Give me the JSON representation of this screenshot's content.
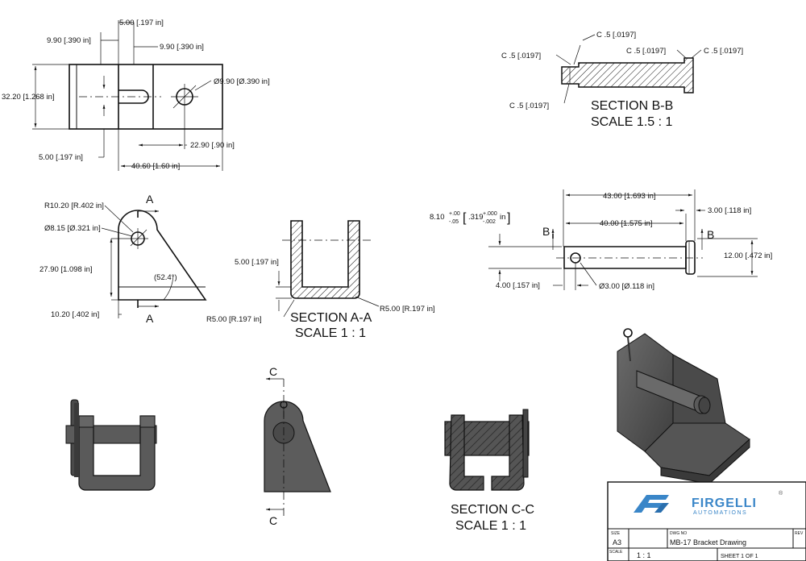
{
  "view1": {
    "d_top_slot": "5.00 [.197 in]",
    "d_left": "9.90 [.390 in]",
    "d_right": "9.90 [.390 in]",
    "d_hole": "Ø9.90 [Ø.390 in]",
    "d_height": "32.20 [1.268 in]",
    "d_bottom_slot": "5.00 [.197 in]",
    "d_hole_pos": "22.90 [.90 in]",
    "d_length": "40.60 [1.60 in]"
  },
  "view2": {
    "d_radius": "R10.20 [R.402 in]",
    "d_hole": "Ø8.15 [Ø.321 in]",
    "d_height": "27.90 [1.098 in]",
    "d_angle": "(52.4°)",
    "d_bottom": "10.20 [.402 in]",
    "cut_label": "A"
  },
  "section_aa": {
    "d_thickness": "5.00 [.197 in]",
    "d_r_left": "R5.00 [R.197 in]",
    "d_r_right": "R5.00 [R.197 in]",
    "title": "SECTION A-A",
    "scale": "SCALE 1 : 1"
  },
  "section_bb": {
    "c1": "C .5 [.0197]",
    "c2": "C .5 [.0197]",
    "c3": "C .5 [.0197]",
    "c4": "C .5 [.0197]",
    "c5": "C .5 [.0197]",
    "title": "SECTION B-B",
    "scale": "SCALE 1.5 : 1"
  },
  "pin_view": {
    "d_overall": "43.00 [1.693 in]",
    "d_inner": "40.00 [1.575 in]",
    "d_head": "3.00 [.118 in]",
    "d_dia_main": "8.10",
    "d_dia_main_tol_plus": "+.00",
    "d_dia_main_tol_minus": "-.05",
    "d_dia_in": ".319",
    "d_dia_in_tol_plus": "+.000",
    "d_dia_in_tol_minus": "-.002",
    "d_dia_unit": "in",
    "d_head_dia": "12.00 [.472 in]",
    "d_hole_offset": "4.00 [.157 in]",
    "d_hole": "Ø3.00 [Ø.118 in]",
    "cut_label": "B"
  },
  "section_cc": {
    "title": "SECTION C-C",
    "scale": "SCALE 1 : 1",
    "cut_label": "C"
  },
  "title_block": {
    "brand": "FIRGELLI",
    "brand_sub": "AUTOMATIONS",
    "reg": "®",
    "size_label": "SIZE",
    "size_value": "A3",
    "dwg_label": "DWG NO",
    "dwg_value": "MB-17 Bracket Drawing",
    "rev_label": "REV",
    "scale_label": "SCALE",
    "scale_value": "1 : 1",
    "sheet_value": "SHEET 1  OF 1",
    "brand_color": "#3a86c8"
  }
}
